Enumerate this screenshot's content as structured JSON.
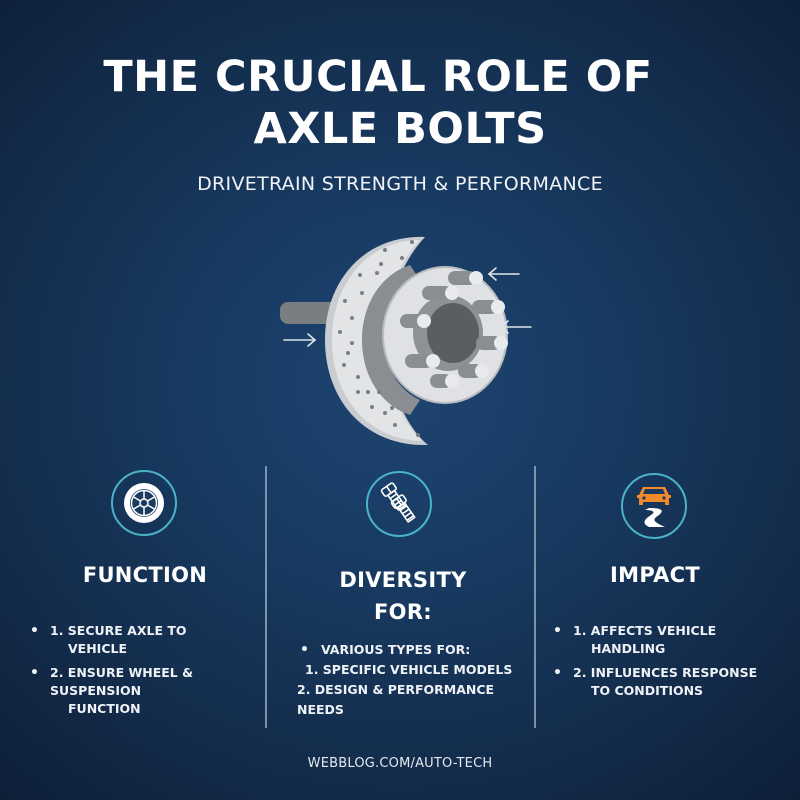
{
  "header": {
    "title_line1": "THE CRUCIAL ROLE OF",
    "title_line2": "AXLE BOLTS",
    "subtitle": "DRIVETRAIN STRENGTH & PERFORMANCE"
  },
  "hero": {
    "icon": "brake-disc-hub-with-wheel-studs",
    "arrows": [
      "arrow-right",
      "arrow-left",
      "arrow-left"
    ]
  },
  "columns": [
    {
      "icon": "wheel-icon",
      "title": "FUNCTION",
      "items": [
        {
          "bullet": "•",
          "line1": "1. SECURE AXLE TO",
          "line2": "VEHICLE"
        },
        {
          "bullet": "•",
          "line1": "2. ENSURE WHEEL & SUSPENSION",
          "line2": "FUNCTION"
        }
      ]
    },
    {
      "icon": "bolts-icon",
      "title_line1": "DIVERSITY",
      "title_line2": "FOR:",
      "bullet": "•",
      "lead": "VARIOUS TYPES FOR:",
      "items": [
        "1. SPECIFIC VEHICLE MODELS",
        "2. DESIGN & PERFORMANCE NEEDS"
      ]
    },
    {
      "icon": "car-road-icon",
      "title": "IMPACT",
      "items": [
        {
          "bullet": "•",
          "line1": "1. AFFECTS VEHICLE",
          "line2": "HANDLING"
        },
        {
          "bullet": "•",
          "line1": "2. INFLUENCES RESPONSE",
          "line2": "TO CONDITIONS"
        }
      ]
    }
  ],
  "footer": {
    "url": "WEBBLOG.COM/AUTO-TECH"
  },
  "colors": {
    "background_center": "#1d4470",
    "background_edge": "#0e1f38",
    "icon_ring": "#4ab3c9",
    "car_accent": "#f08a2a",
    "text": "#ffffff"
  }
}
